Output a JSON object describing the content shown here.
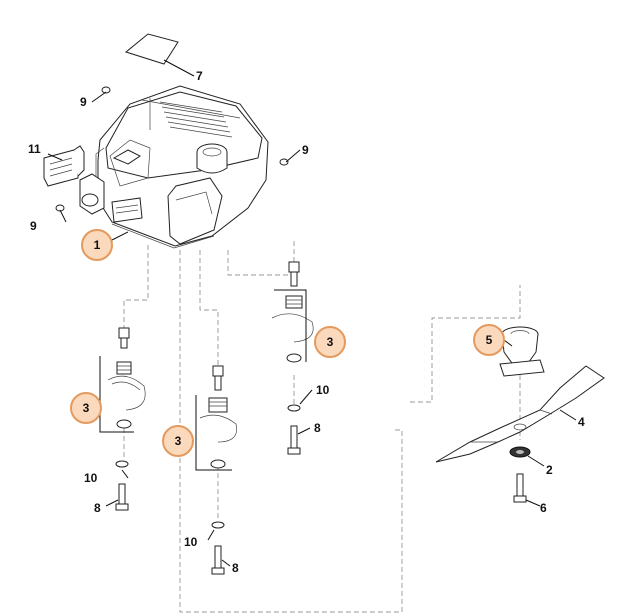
{
  "callouts": {
    "c1": "1",
    "c2": "2",
    "c3a": "3",
    "c3b": "3",
    "c3c": "3",
    "c4": "4",
    "c5": "5",
    "c6": "6",
    "c7": "7",
    "c8a": "8",
    "c8b": "8",
    "c8c": "8",
    "c9a": "9",
    "c9b": "9",
    "c9c": "9",
    "c10a": "10",
    "c10b": "10",
    "c10c": "10",
    "c11": "11"
  },
  "colors": {
    "badge_fill": "#fbd9bd",
    "badge_stroke": "#e49a5e",
    "line": "#222222"
  }
}
